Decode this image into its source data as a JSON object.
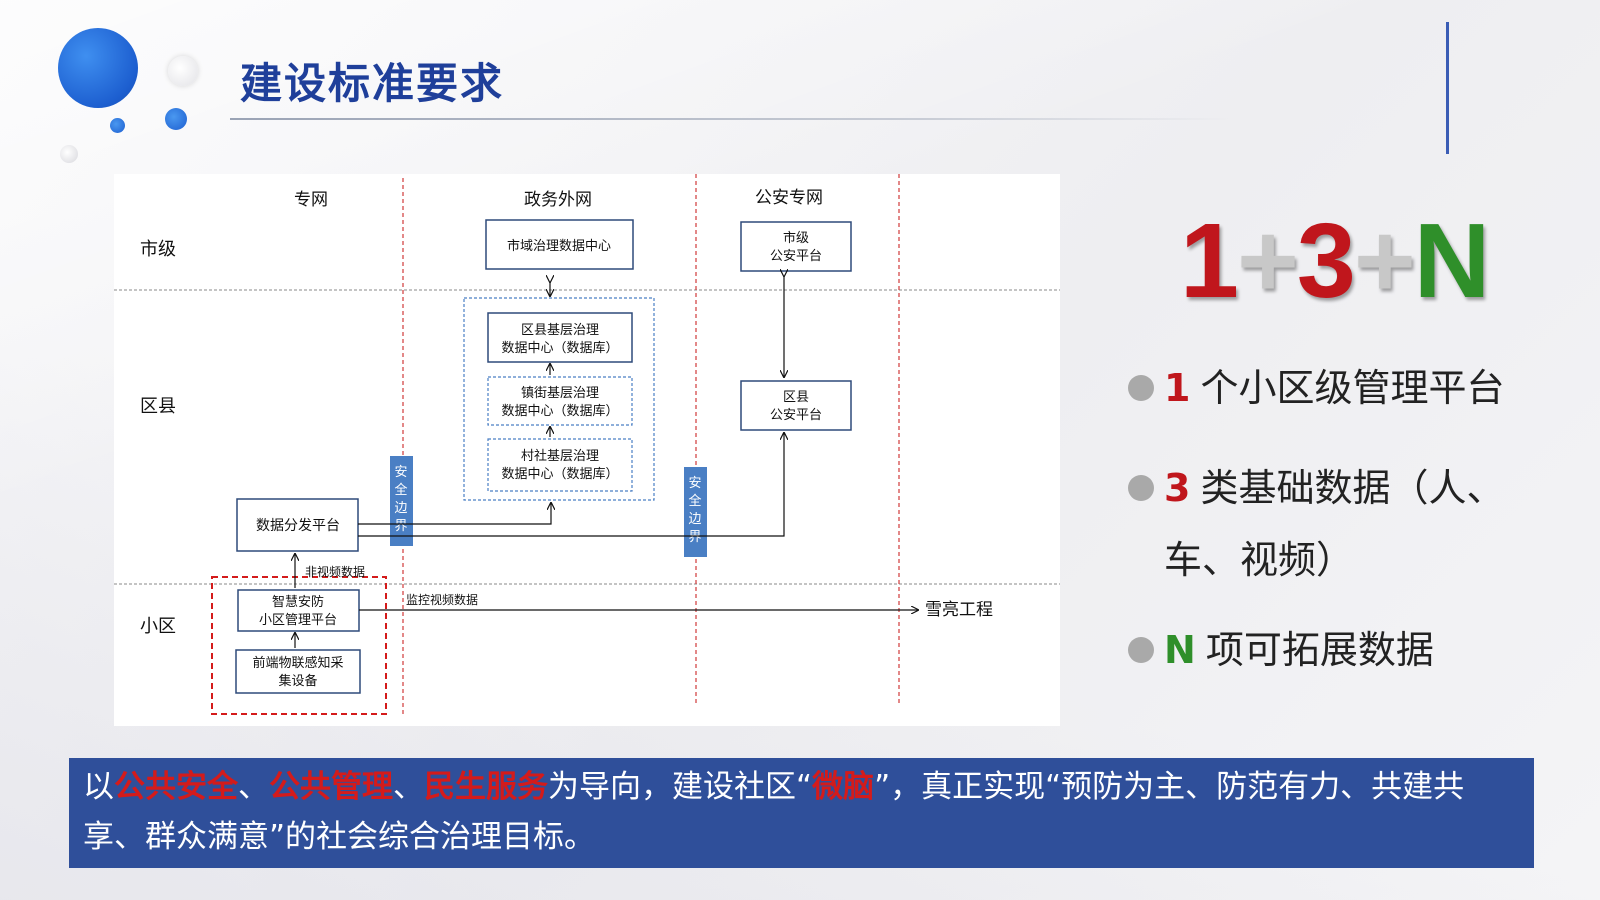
{
  "title": "建设标准要求",
  "colors": {
    "title": "#1f3f9a",
    "red": "#c0161c",
    "green": "#2f8f2a",
    "banner_bg": "#2f4f9a",
    "security_box": "#4a7fc4"
  },
  "diagram": {
    "columns": [
      "专网",
      "政务外网",
      "公安专网"
    ],
    "rows": [
      "市级",
      "区县",
      "小区"
    ],
    "boxes": {
      "city_data_center": "市域治理数据中心",
      "city_police_l1": "市级",
      "city_police_l2": "公安平台",
      "district_gov_l1": "区县基层治理",
      "district_gov_l2": "数据中心（数据库）",
      "street_gov_l1": "镇街基层治理",
      "street_gov_l2": "数据中心（数据库）",
      "village_gov_l1": "村社基层治理",
      "village_gov_l2": "数据中心（数据库）",
      "district_police_l1": "区县",
      "district_police_l2": "公安平台",
      "data_dispatch": "数据分发平台",
      "smart_platform_l1": "智慧安防",
      "smart_platform_l2": "小区管理平台",
      "front_device_l1": "前端物联感知采",
      "front_device_l2": "集设备"
    },
    "security_boundary": [
      "安",
      "全",
      "边",
      "界"
    ],
    "labels": {
      "non_video": "非视频数据",
      "video": "监控视频数据",
      "xueliang": "雪亮工程"
    }
  },
  "formula": {
    "one": "1",
    "plus1": "+",
    "three": "3",
    "plus2": "+",
    "n": "N"
  },
  "bullets": [
    {
      "num": "1",
      "text": "个小区级管理平台"
    },
    {
      "num": "3",
      "text": "类基础数据（人、",
      "text2": "车、视频）"
    },
    {
      "num": "N",
      "text": "项可拓展数据"
    }
  ],
  "banner": {
    "p1": "以",
    "h1": "公共安全",
    "p2": "、",
    "h2": "公共管理",
    "p3": "、",
    "h3": "民生服务",
    "p4": "为导向，建设社区“",
    "h4": "微脑",
    "p5": "”，真正实现“预防为主、防范有力、共建共享、群众满意”的社会综合治理目标。"
  }
}
